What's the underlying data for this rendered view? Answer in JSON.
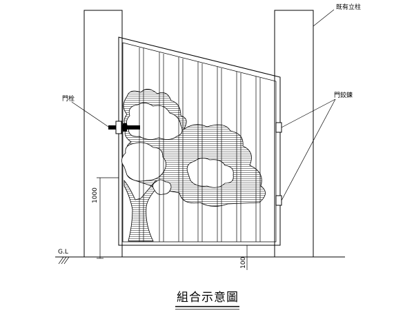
{
  "labels": {
    "existing_post": "既有立柱",
    "gate_bolt": "門栓",
    "gate_hinge": "門鉸鍊",
    "ground_line": "G.L",
    "dim_height": "1000",
    "dim_clearance": "100",
    "title": "組合示意圖"
  }
}
